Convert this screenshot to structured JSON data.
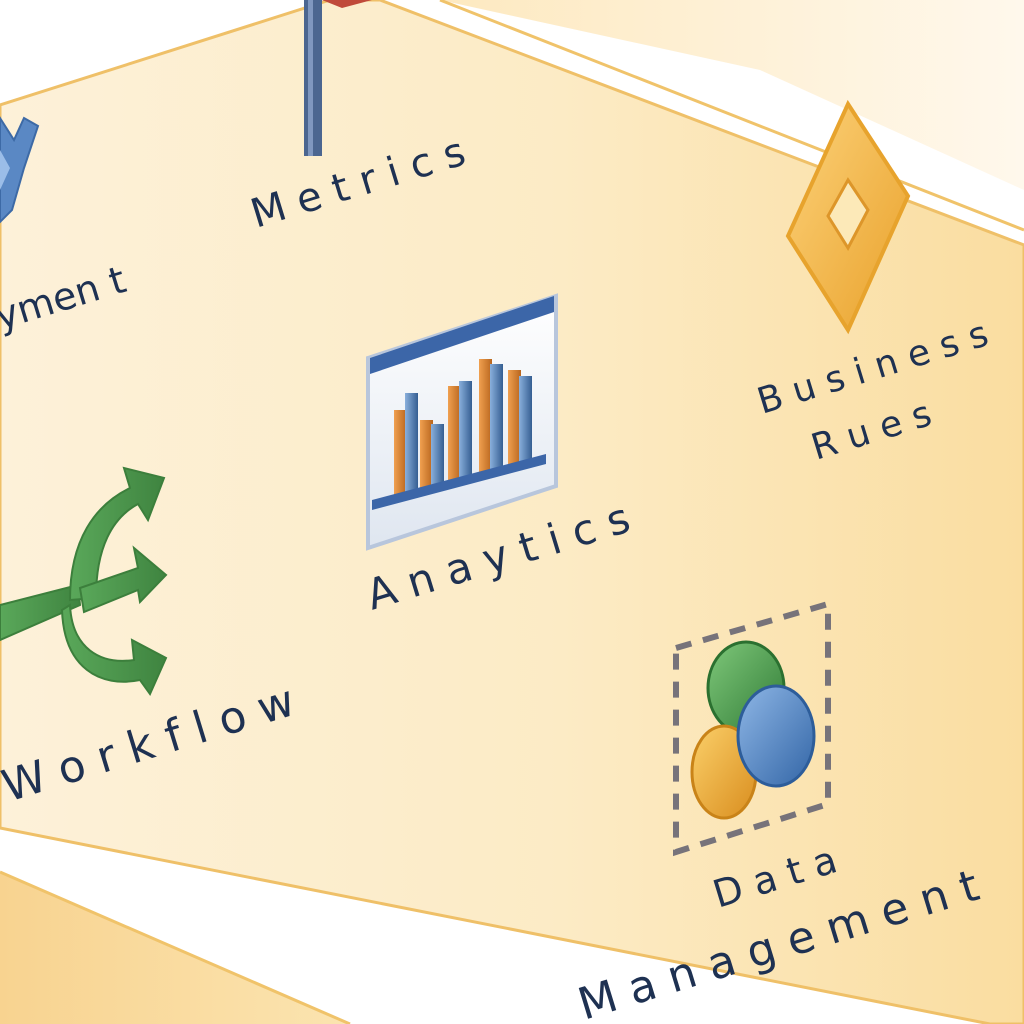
{
  "labels": {
    "deployment_fragment": "ymen t",
    "metrics": "M e t r i c s",
    "analytics": "A n a y t i c s",
    "business": "B u s i n e s s",
    "rules": "R u e s",
    "workflow": "W o r k f l o w",
    "data": "D a t a",
    "management": "M a n a g e m e n t"
  },
  "icons": {
    "deployment": "deployment-icon",
    "metrics": "flag-pole-icon",
    "analytics": "bar-chart-icon",
    "business_rules": "diamond-icon",
    "workflow": "branching-arrows-icon",
    "data_management": "overlapping-circles-icon"
  },
  "colors": {
    "panel_light": "#fdf1d8",
    "panel_mid": "#fbe3b0",
    "panel_edge": "#f0c36a",
    "text": "#1e3152",
    "green": "#4e9a4c",
    "blue": "#3f6fa8",
    "orange": "#e0a030"
  }
}
